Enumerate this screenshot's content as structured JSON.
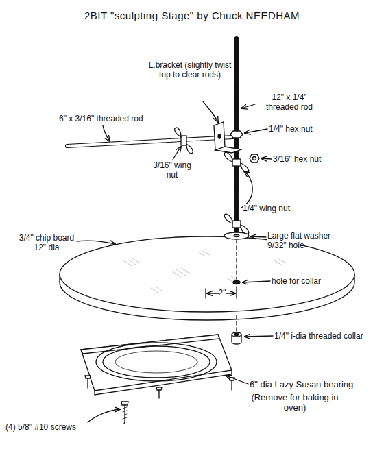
{
  "diagram": {
    "title": "2BIT \"sculpting Stage\" by Chuck NEEDHAM",
    "labels": [
      "L.bracket (slightly twist top to clear rods)",
      "12\" x 1/4\" threaded rod",
      "6\" x 3/16\" threaded rod",
      "1/4\" hex nut",
      "3/16\" hex nut",
      "3/16\" wing nut",
      "1/4\" wing nut",
      "Large flat washer 9/32\" hole",
      "3/4\" chip board 12\" dia",
      "hole for collar",
      "2\"",
      "1/4\" i-dia threaded collar",
      "6\" dia Lazy Susan bearing",
      "(Remove for baking in oven)",
      "(4) 5/8\" #10 screws"
    ]
  }
}
